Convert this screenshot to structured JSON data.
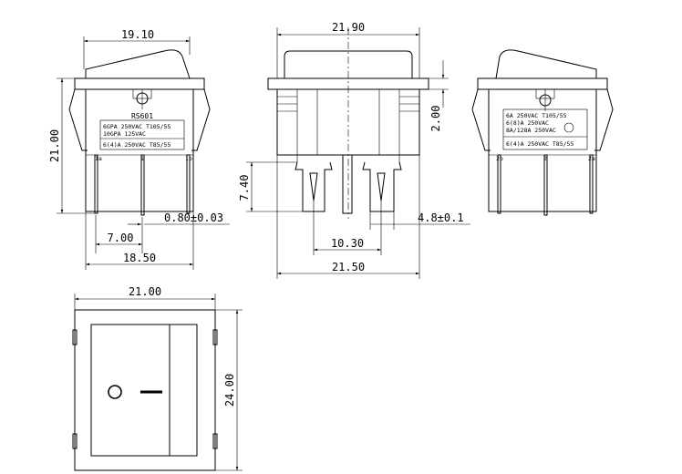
{
  "front_view": {
    "dim_top": "19.10",
    "dim_height": "21.00",
    "dim_pin_thickness": "0.80±0.03",
    "dim_pin_spacing": "7.00",
    "dim_bottom": "18.50",
    "label_model": "RS601",
    "label_lines": [
      "6GPA  250VAC  T105/55",
      "10GPA  125VAC"
    ],
    "label_bottom": "6(4)A 250VAC T85/55",
    "pin_left": "1a",
    "pin_mid": "1",
    "pin_right": "1b"
  },
  "side_view": {
    "dim_top": "21.90",
    "dim_gap": "2.00",
    "dim_pin_length": "7.40",
    "dim_tab_width": "4.8±0.1",
    "dim_pin_pitch": "10.30",
    "dim_bottom": "21.50"
  },
  "rear_view": {
    "label_lines": [
      "6A    250VAC  T105/55",
      "6(8)A 250VAC",
      "8A/128A 250VAC"
    ],
    "label_bottom": "6(4)A 250VAC T85/55",
    "pin_left": "2b",
    "pin_mid": "2",
    "pin_right": "2a"
  },
  "top_view": {
    "dim_width": "21.00",
    "dim_height": "24.00",
    "symbol_off": "O",
    "symbol_on": "I"
  }
}
